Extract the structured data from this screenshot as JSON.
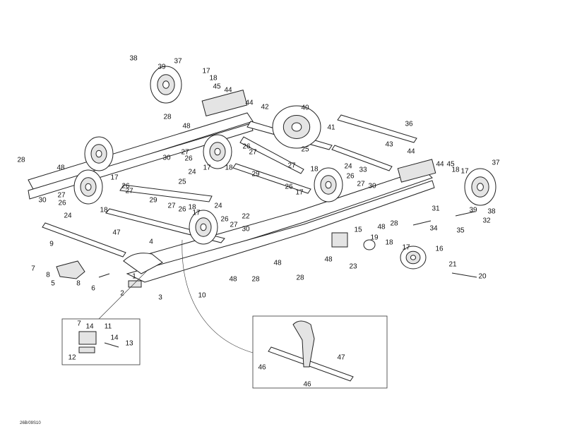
{
  "diagram_code": "26B/09S10",
  "callouts": [
    "38",
    "39",
    "37",
    "17",
    "18",
    "45",
    "44",
    "28",
    "48",
    "44",
    "42",
    "40",
    "41",
    "36",
    "25",
    "43",
    "44",
    "26",
    "27",
    "27",
    "26",
    "30",
    "24",
    "17",
    "18",
    "29",
    "27",
    "18",
    "24",
    "33",
    "26",
    "17",
    "26",
    "27",
    "30",
    "44",
    "45",
    "18",
    "17",
    "37",
    "28",
    "48",
    "17",
    "25",
    "26",
    "27",
    "27",
    "26",
    "30",
    "29",
    "27",
    "26",
    "18",
    "17",
    "24",
    "24",
    "26",
    "27",
    "30",
    "18",
    "22",
    "31",
    "28",
    "48",
    "34",
    "35",
    "32",
    "39",
    "38",
    "47",
    "15",
    "19",
    "18",
    "17",
    "16",
    "9",
    "4",
    "48",
    "48",
    "23",
    "21",
    "20",
    "7",
    "8",
    "5",
    "8",
    "6",
    "1",
    "2",
    "3",
    "28",
    "28",
    "48",
    "10"
  ],
  "inset_left_callouts": [
    "7",
    "14",
    "11",
    "14",
    "13",
    "12"
  ],
  "inset_right_callouts": [
    "46",
    "47",
    "46"
  ]
}
